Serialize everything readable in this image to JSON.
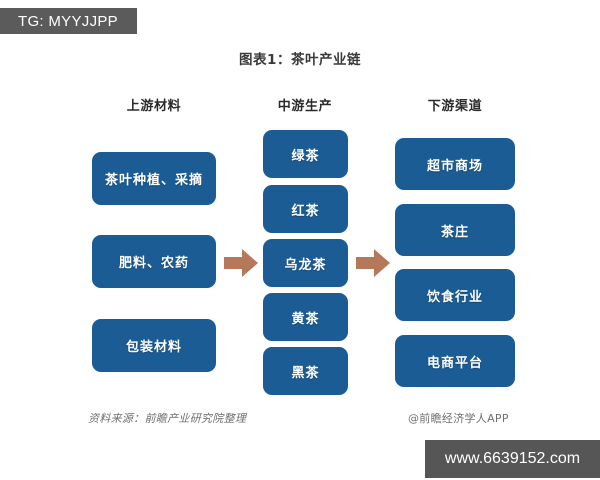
{
  "watermarks": {
    "top_left_badge": "TG: MYYJJPP",
    "bottom_right_badge": "www.6639152.com"
  },
  "chart_data": {
    "type": "diagram",
    "diagram_kind": "flowchart-industry-chain",
    "title": "图表1：茶叶产业链",
    "columns": [
      {
        "header": "上游材料",
        "nodes": [
          "茶叶种植、采摘",
          "肥料、农药",
          "包装材料"
        ]
      },
      {
        "header": "中游生产",
        "nodes": [
          "绿茶",
          "红茶",
          "乌龙茶",
          "黄茶",
          "黑茶"
        ]
      },
      {
        "header": "下游渠道",
        "nodes": [
          "超市商场",
          "茶庄",
          "饮食行业",
          "电商平台"
        ]
      }
    ],
    "connectors": [
      {
        "from": "上游材料",
        "to": "中游生产",
        "style": "block-arrow-right",
        "color": "#b5795a"
      },
      {
        "from": "中游生产",
        "to": "下游渠道",
        "style": "block-arrow-right",
        "color": "#b5795a"
      }
    ],
    "node_color": "#1b5c95",
    "node_text_color": "#ffffff",
    "background": "#ffffff"
  },
  "footer": {
    "source": "资料来源：前瞻产业研究院整理",
    "app": "@前瞻经济学人APP"
  }
}
